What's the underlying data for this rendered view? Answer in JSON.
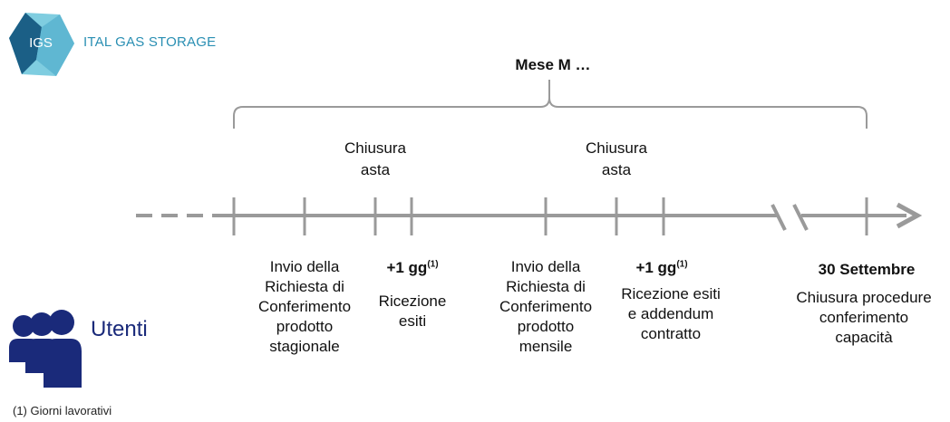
{
  "logo": {
    "acronym": "IGS",
    "company_name": "ITAL GAS STORAGE",
    "colors": {
      "dark": "#1b5f86",
      "light": "#7fcde0",
      "text": "#2a8fb3"
    }
  },
  "timeline": {
    "month_label": "Mese M …",
    "closing_1": "Chiusura\nasta",
    "closing_2": "Chiusura\nasta",
    "step_1": "Invio della\nRichiesta di\nConferimento\nprodotto\nstagionale",
    "step_2_day": "+1 gg",
    "step_2_note": "(1)",
    "step_2_text": "Ricezione\nesiti",
    "step_3": "Invio della\nRichiesta di\nConferimento\nprodotto\nmensile",
    "step_4_day": "+1 gg",
    "step_4_note": "(1)",
    "step_4_text": "Ricezione esiti\ne addendum\ncontratto",
    "end_date": "30 Settembre",
    "end_text": "Chiusura procedure\nconferimento\ncapacità",
    "line_color": "#9a9a9a"
  },
  "users": {
    "label": "Utenti",
    "icon": "users-group-icon",
    "color": "#1a2a7a"
  },
  "footnote": "(1) Giorni lavorativi"
}
